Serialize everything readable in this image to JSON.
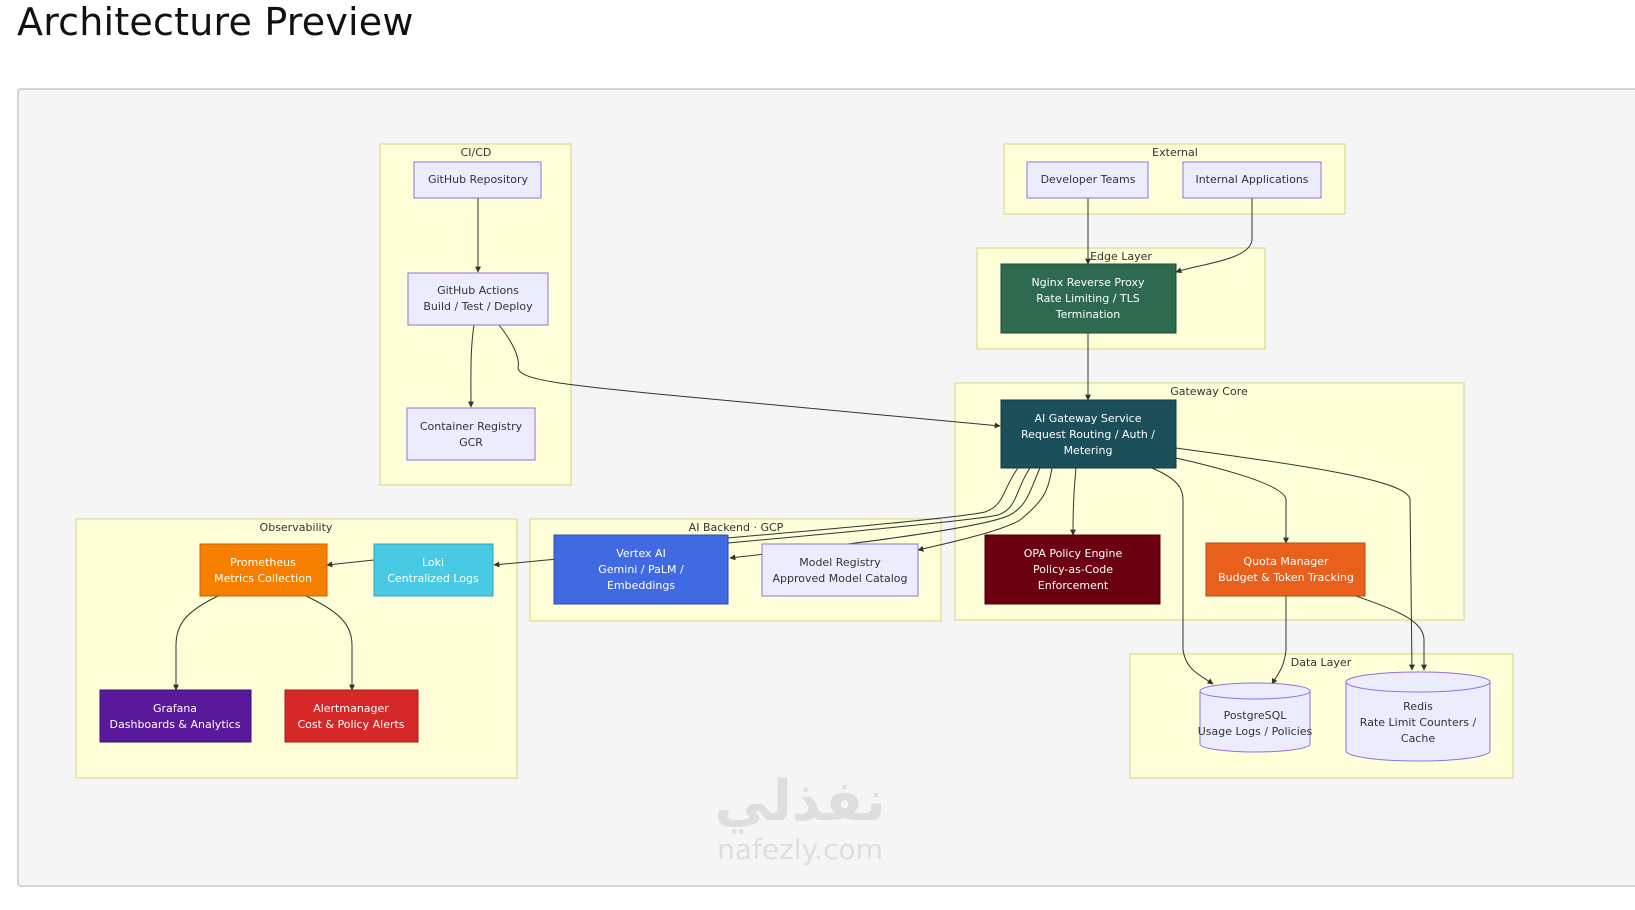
{
  "page": {
    "title": "Architecture Preview"
  },
  "clusters": {
    "cicd": "CI/CD",
    "external": "External",
    "edge": "Edge Layer",
    "gateway": "Gateway Core",
    "observability": "Observability",
    "ai_backend": "AI Backend · GCP",
    "data": "Data Layer"
  },
  "nodes": {
    "github_repo": [
      "GitHub Repository"
    ],
    "github_actions": [
      "GitHub Actions",
      "Build / Test / Deploy"
    ],
    "container_registry": [
      "Container Registry",
      "GCR"
    ],
    "developer_teams": [
      "Developer Teams"
    ],
    "internal_apps": [
      "Internal Applications"
    ],
    "nginx": [
      "Nginx Reverse Proxy",
      "Rate Limiting / TLS",
      "Termination"
    ],
    "ai_gateway": [
      "AI Gateway Service",
      "Request Routing / Auth /",
      "Metering"
    ],
    "opa": [
      "OPA Policy Engine",
      "Policy-as-Code",
      "Enforcement"
    ],
    "quota": [
      "Quota Manager",
      "Budget & Token Tracking"
    ],
    "vertex": [
      "Vertex AI",
      "Gemini / PaLM /",
      "Embeddings"
    ],
    "model_registry": [
      "Model Registry",
      "Approved Model Catalog"
    ],
    "loki": [
      "Loki",
      "Centralized Logs"
    ],
    "prometheus": [
      "Prometheus",
      "Metrics Collection"
    ],
    "grafana": [
      "Grafana",
      "Dashboards & Analytics"
    ],
    "alertmanager": [
      "Alertmanager",
      "Cost & Policy Alerts"
    ],
    "postgres": [
      "PostgreSQL",
      "Usage Logs / Policies"
    ],
    "redis": [
      "Redis",
      "Rate Limit Counters /",
      "Cache"
    ]
  },
  "colors": {
    "default_fill": "#ececff",
    "default_stroke": "#9370db",
    "nginx": "#2d6a4f",
    "ai_gateway": "#1b4f5a",
    "opa": "#6b0010",
    "quota": "#e8601c",
    "vertex": "#4169e1",
    "loki": "#48cae4",
    "prometheus": "#f77f00",
    "grafana": "#5a189a",
    "alertmanager": "#d62828"
  },
  "watermark": {
    "arabic": "نفذلي",
    "latin": "nafezly.com"
  }
}
